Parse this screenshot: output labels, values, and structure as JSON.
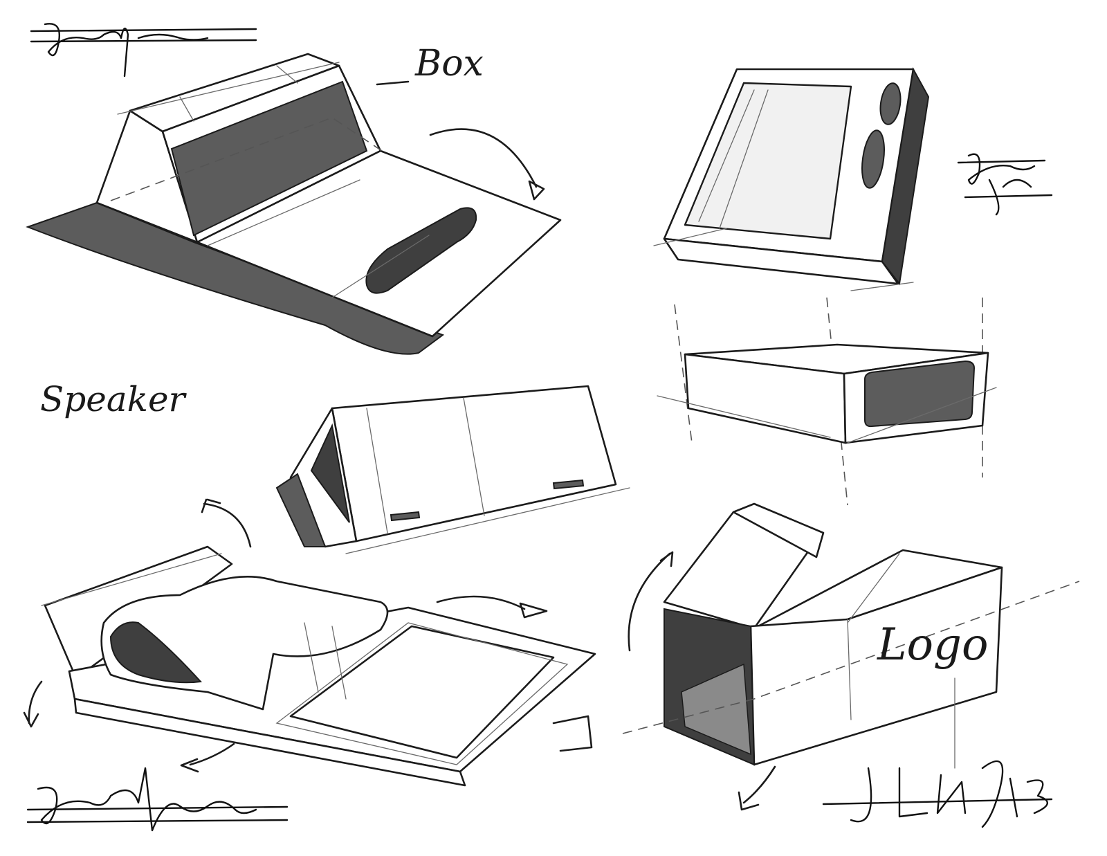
{
  "labels": {
    "box": "Box",
    "speaker": "Speaker",
    "logo": "Logo"
  },
  "signatures": [
    "signature-top-left",
    "signature-right-middle",
    "signature-bottom-left",
    "signature-bottom-right"
  ],
  "colors": {
    "ink": "#1b1b1b",
    "shade": "#5c5c5c",
    "paper": "#ffffff"
  },
  "icons": [
    "arrow-icon"
  ]
}
